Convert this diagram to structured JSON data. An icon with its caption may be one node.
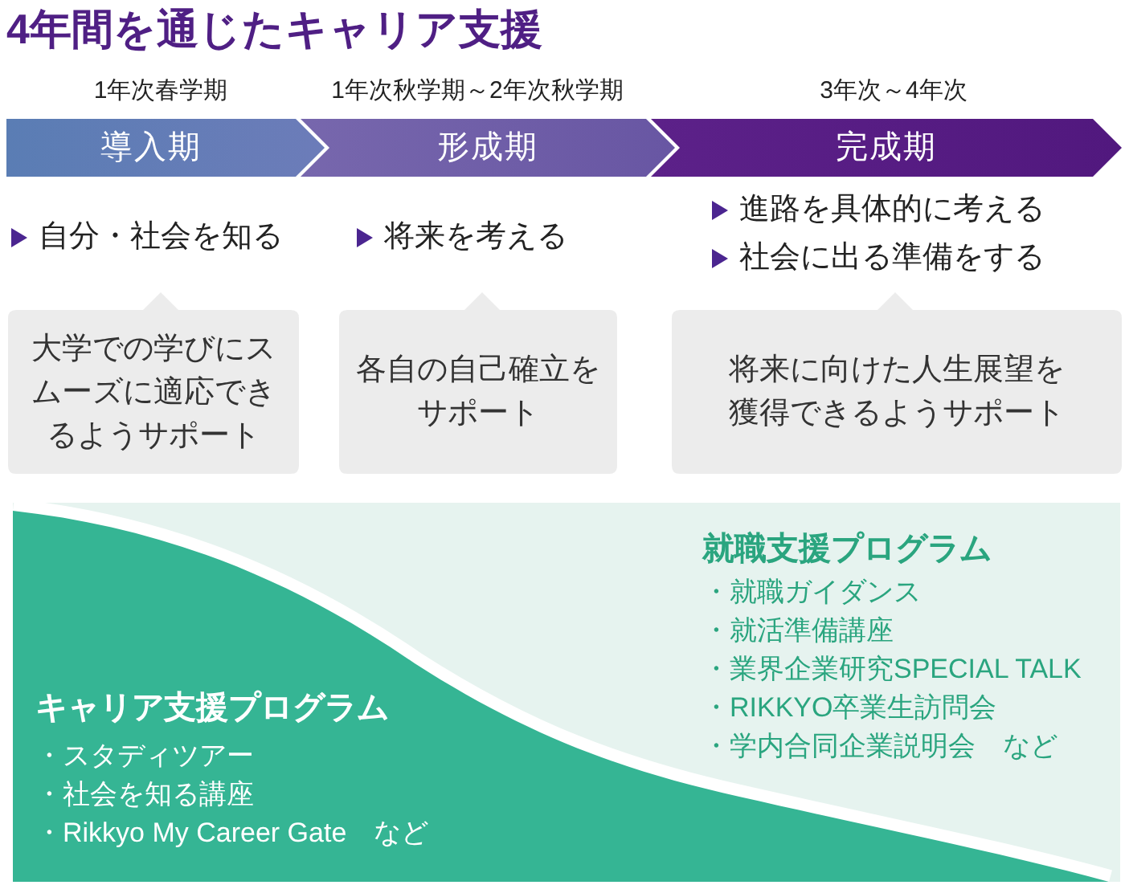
{
  "diagram": {
    "title": "4年間を通じたキャリア支援",
    "nodes": [
      {
        "text": [
          "導入期"
        ],
        "beside": [
          "1年次春学期"
        ]
      },
      {
        "text": [
          "形成期"
        ],
        "beside": [
          "1年次秋学期～2年次秋学期"
        ]
      },
      {
        "text": [
          "完成期"
        ],
        "beside": [
          "3年次～4年次"
        ]
      },
      {
        "text": [
          "大学での学びにスムーズに適応できるようサポート"
        ]
      },
      {
        "text": [
          "各自の自己確立をサポート"
        ]
      },
      {
        "text": [
          "将来に向けた人生展望を獲得できるようサポート"
        ]
      },
      {
        "text": [
          "就職支援プログラム",
          "・就職ガイダンス",
          "・就活準備講座",
          "・業界企業研究SPECIAL TALK",
          "・RIKKYO卒業生訪問会",
          "・学内合同企業説明会　など"
        ]
      },
      {
        "text": [
          "キャリア支援プログラム",
          "・スタディツアー",
          "・社会を知る講座",
          "・Rikkyo My Career Gate　など"
        ],
        "in": 6
      }
    ],
    "labels": [
      "自分・社会を知る",
      "将来を考える",
      "進路を具体的に考える",
      "社会に出る準備をする"
    ]
  }
}
